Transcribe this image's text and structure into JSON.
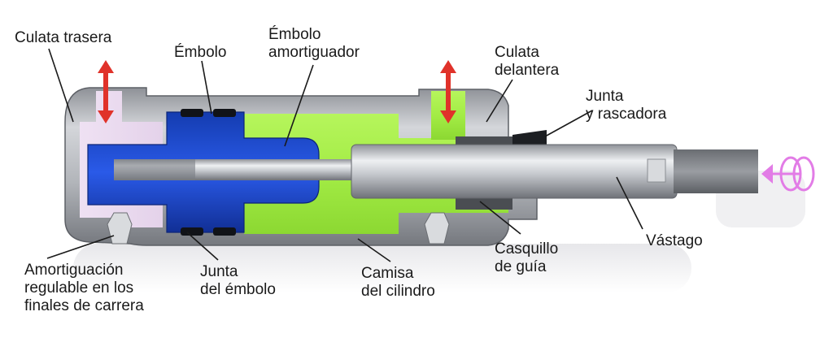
{
  "labels": {
    "culata_trasera": "Culata trasera",
    "embolo": "Émbolo",
    "embolo_amortiguador": [
      "Émbolo",
      "amortiguador"
    ],
    "culata_delantera": [
      "Culata",
      "delantera"
    ],
    "junta_rascadora": [
      "Junta",
      "y rascadora"
    ],
    "vastago": "Vástago",
    "casquillo_guia": [
      "Casquillo",
      "de guía"
    ],
    "camisa_cilindro": [
      "Camisa",
      "del cilindro"
    ],
    "junta_embolo": [
      "Junta",
      "del émbolo"
    ],
    "amortiguacion": [
      "Amortiguación",
      "regulable en los",
      "finales de carrera"
    ]
  },
  "colors": {
    "piston_blue": "#1f4fd6",
    "air_green": "#aaf04a",
    "housing_grey": "#b4b7bc",
    "rod_silver": "#c9ccd1",
    "air_arrow_red": "#e0322a",
    "rotation_arrow_magenta": "#e27ce6",
    "leader_line": "#1a1a1a"
  },
  "icons": {
    "port_arrows": "double-headed-vertical-arrow",
    "rotation_indicator": "spiral-arrow-left"
  }
}
